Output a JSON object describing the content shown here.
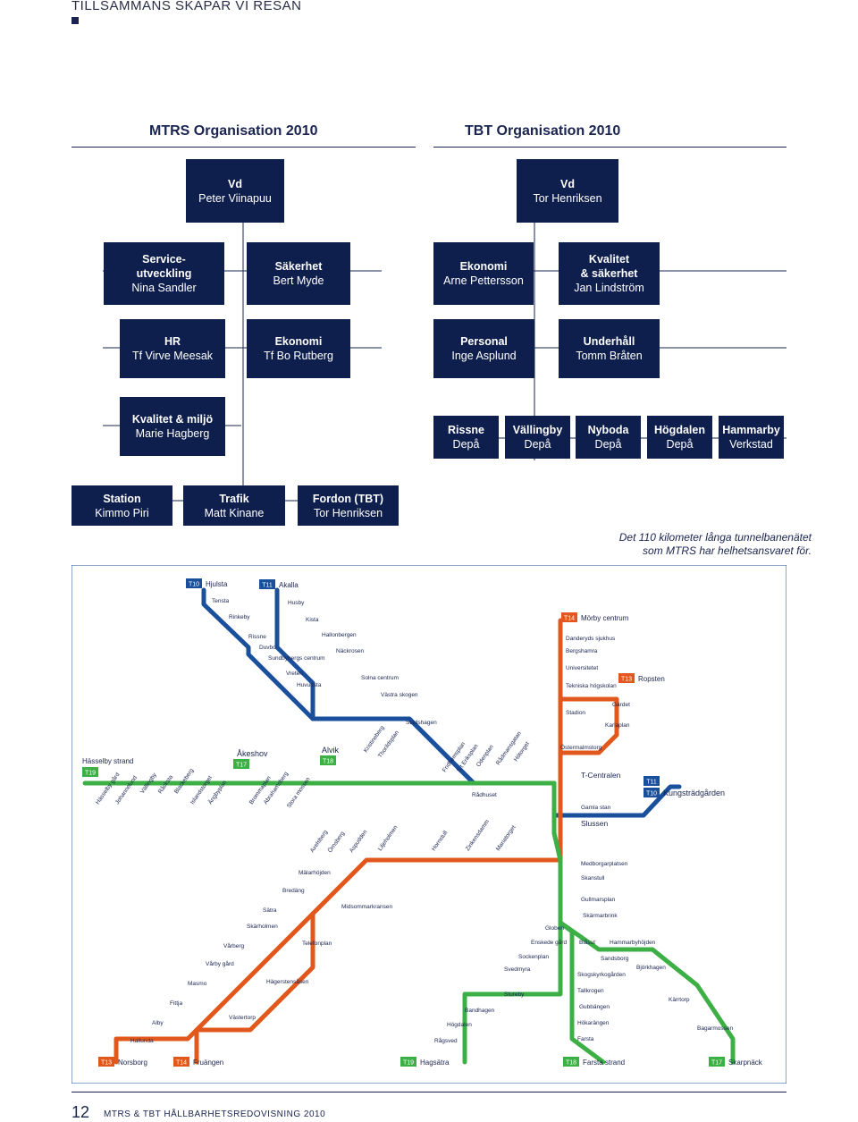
{
  "header": {
    "section_title": "TILLSAMMANS SKAPAR VI RESAN"
  },
  "mtrs": {
    "title": "MTRS Organisation 2010",
    "vd": {
      "role": "Vd",
      "name": "Peter Viinapuu"
    },
    "row1": [
      {
        "role": "Service-\nutveckling",
        "name": "Nina Sandler"
      },
      {
        "role": "Säkerhet",
        "name": "Bert Myde"
      }
    ],
    "row2": [
      {
        "role": "HR",
        "name": "Tf Virve Meesak"
      },
      {
        "role": "Ekonomi",
        "name": "Tf Bo Rutberg"
      }
    ],
    "row3": [
      {
        "role": "Kvalitet & miljö",
        "name": "Marie Hagberg"
      }
    ],
    "row4": [
      {
        "role": "Station",
        "name": "Kimmo Piri"
      },
      {
        "role": "Trafik",
        "name": "Matt Kinane"
      },
      {
        "role": "Fordon (TBT)",
        "name": "Tor Henriksen"
      }
    ]
  },
  "tbt": {
    "title": "TBT Organisation 2010",
    "vd": {
      "role": "Vd",
      "name": "Tor Henriksen"
    },
    "row1": [
      {
        "role": "Ekonomi",
        "name": "Arne Pettersson"
      },
      {
        "role": "Kvalitet\n& säkerhet",
        "name": "Jan Lindström"
      }
    ],
    "row2": [
      {
        "role": "Personal",
        "name": "Inge Asplund"
      },
      {
        "role": "Underhåll",
        "name": "Tomm Bråten"
      }
    ],
    "row3": [
      {
        "role": "Rissne",
        "name": "Depå"
      },
      {
        "role": "Vällingby",
        "name": "Depå"
      },
      {
        "role": "Nyboda",
        "name": "Depå"
      },
      {
        "role": "Högdalen",
        "name": "Depå"
      },
      {
        "role": "Hammarby",
        "name": "Verkstad"
      }
    ]
  },
  "note": {
    "line1": "Det 110 kilometer långa tunnelbanenätet",
    "line2": "som MTRS har helhetsansvaret för."
  },
  "map": {
    "colors": {
      "blue": "#1a4f9c",
      "green": "#3cb044",
      "red": "#e2581c",
      "navy": "#0f1f4d"
    },
    "badges": [
      {
        "code": "T10",
        "text": "Hjulsta"
      },
      {
        "code": "T11",
        "text": "Akalla"
      },
      {
        "code": "T14",
        "text": "Mörby centrum"
      },
      {
        "code": "T13",
        "text": "Ropsten"
      },
      {
        "code": "T19",
        "text": "Hässelby strand"
      },
      {
        "code": "T17",
        "text": "Åkeshov"
      },
      {
        "code": "T18",
        "text": "Alvik"
      },
      {
        "code": "T11",
        "text": ""
      },
      {
        "code": "T10",
        "text": "Kungsträdgården"
      },
      {
        "code": "T13",
        "text": "Norsborg"
      },
      {
        "code": "T14",
        "text": "Fruängen"
      },
      {
        "code": "T19",
        "text": "Hagsätra"
      },
      {
        "code": "T18",
        "text": "Farsta strand"
      },
      {
        "code": "T17",
        "text": "Skarpnäck"
      }
    ],
    "stations_blue": [
      "Tensta",
      "Husby",
      "Rinkeby",
      "Kista",
      "Rissne",
      "Hallonbergen",
      "Duvbo",
      "Näckrosen",
      "Sundbybergs centrum",
      "Vreten",
      "Huvudsta",
      "Solna centrum",
      "Västra skogen",
      "Stadshagen",
      "Rådhuset"
    ],
    "stations_red_north": [
      "Danderyds sjukhus",
      "Bergshamra",
      "Universitetet",
      "Tekniska högskolan",
      "Stadion",
      "Gärdet",
      "Karlaplan",
      "Östermalmstorg"
    ],
    "stations_green_west": [
      "Hässelby gård",
      "Johannelund",
      "Vällingby",
      "Råcksta",
      "Blackeberg",
      "Islandstorget",
      "Ängbyplan",
      "Åkeshov",
      "Brommaplan",
      "Abrahamsberg",
      "Stora mossen",
      "Kristineberg",
      "Thorildsplan",
      "Fridhemsplan",
      "S:t Eriksplan",
      "Odenplan",
      "Rådmansgatan",
      "Hötorget"
    ],
    "central": {
      "tcentralen": "T-Centralen",
      "gamla_stan": "Gamla stan",
      "slussen": "Slussen"
    },
    "stations_red_south": [
      "Axelsberg",
      "Örnsberg",
      "Aspudden",
      "Liljeholmen",
      "Hornstull",
      "Zinkensdamm",
      "Mariatorget",
      "Mälarhöjden",
      "Bredäng",
      "Sätra",
      "Skärholmen",
      "Vårberg",
      "Vårby gård",
      "Masmo",
      "Fittja",
      "Alby",
      "Hallunda",
      "Midsommarkransen",
      "Telefonplan",
      "Hägerstensåsen",
      "Västertorp"
    ],
    "stations_green_south": [
      "Medborgarplatsen",
      "Skanstull",
      "Gullmarsplan",
      "Skärmarbrink",
      "Globen",
      "Enskede gård",
      "Sockenplan",
      "Svedmyra",
      "Stureby",
      "Bandhagen",
      "Högdalen",
      "Rågsved",
      "Blåsut",
      "Sandsborg",
      "Skogskyrkogården",
      "Tallkrogen",
      "Gubbängen",
      "Hökarängen",
      "Farsta",
      "Hammarbyhöjden",
      "Björkhagen",
      "Kärrtorp",
      "Bagarmossen"
    ]
  },
  "footer": {
    "page": "12",
    "text": "MTRS & TBT HÅLLBARHETSREDOVISNING 2010"
  }
}
